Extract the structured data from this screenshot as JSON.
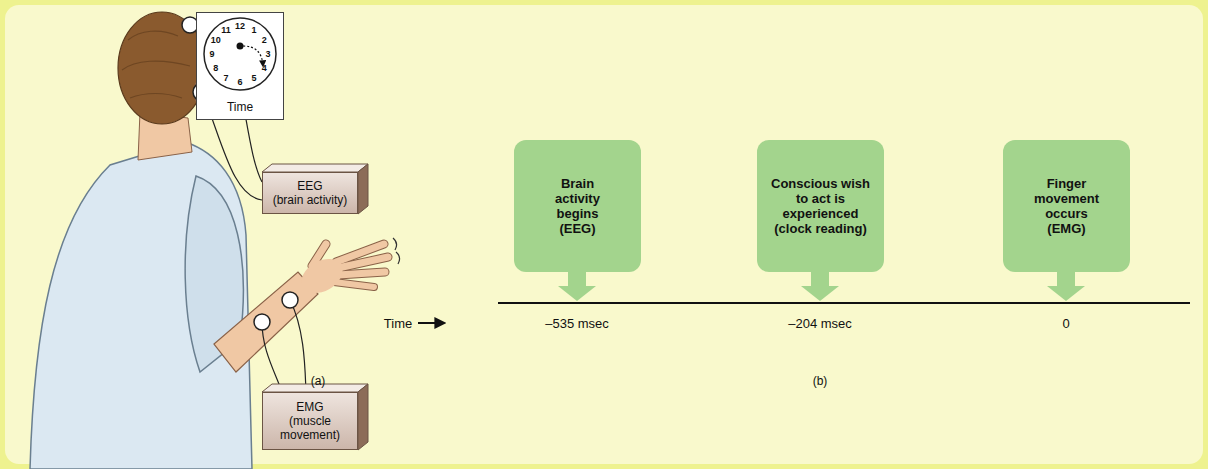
{
  "diagram": {
    "nodes": [
      {
        "text": [
          "Time"
        ]
      },
      {
        "text": [
          "EEG",
          "(brain activity)"
        ]
      },
      {
        "text": [
          "EMG",
          "(muscle movement)"
        ]
      },
      {
        "text": [
          "Brain activity begins (EEG)"
        ]
      },
      {
        "text": [
          "Conscious wish to act is experienced (clock reading)"
        ]
      },
      {
        "text": [
          "Finger movement occurs (EMG)"
        ]
      }
    ],
    "labels": [
      "12",
      "1",
      "2",
      "3",
      "4",
      "5",
      "6",
      "7",
      "8",
      "9",
      "10",
      "11",
      "(a)",
      "Time",
      "–535 msec",
      "–204 msec",
      "0",
      "(b)"
    ]
  }
}
